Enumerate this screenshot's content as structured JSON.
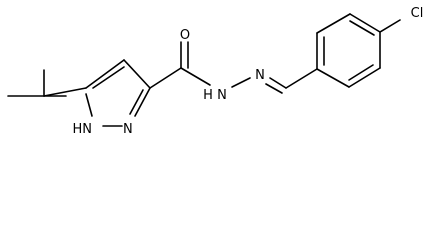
{
  "molecule": {
    "atoms": {
      "o1": "O",
      "nh_amide": "N",
      "h_amide": "H",
      "n_imine": "N",
      "cl": "Cl",
      "nh_ring": "HN",
      "n_ring": "N"
    }
  }
}
